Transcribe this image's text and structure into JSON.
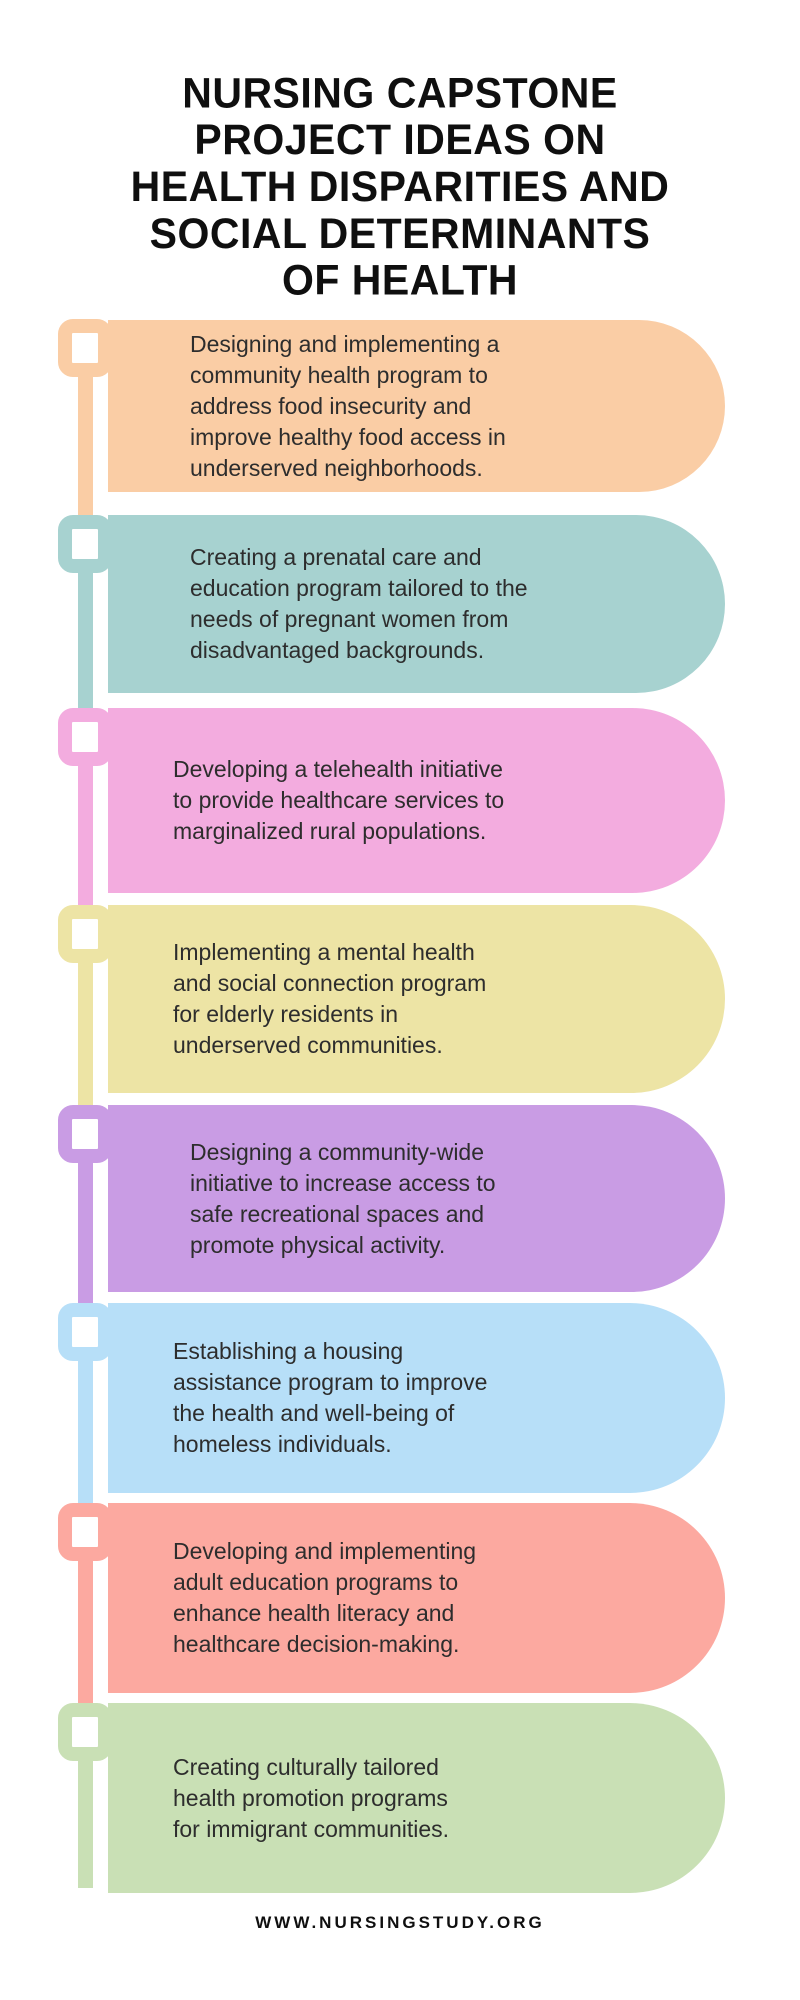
{
  "header": {
    "title_lines": [
      "NURSING CAPSTONE",
      "PROJECT IDEAS ON",
      "HEALTH DISPARITIES AND",
      "SOCIAL DETERMINANTS",
      "OF HEALTH"
    ]
  },
  "cards": [
    {
      "text": "Designing and implementing a community health program to address food insecurity and improve healthy food access in underserved neighborhoods.",
      "color": "#FACDA5"
    },
    {
      "text": "Creating a prenatal care and education program tailored to the needs of pregnant women from disadvantaged backgrounds.",
      "color": "#A7D2D0"
    },
    {
      "text": "Developing a telehealth initiative to provide healthcare services to marginalized rural populations.",
      "color": "#F3ACDF"
    },
    {
      "text": "Implementing a mental health and social connection program for elderly residents in underserved communities.",
      "color": "#EDE4A5"
    },
    {
      "text": "Designing a community-wide initiative to increase access to safe recreational spaces and promote physical activity.",
      "color": "#C99CE4"
    },
    {
      "text": "Establishing a housing assistance program to improve the health and well-being of homeless individuals.",
      "color": "#B7DFF8"
    },
    {
      "text": "Developing and implementing adult education programs to enhance health literacy and healthcare decision-making.",
      "color": "#FCA9A0"
    },
    {
      "text": "Creating culturally tailored health promotion programs for immigrant communities.",
      "color": "#C9E0B5"
    }
  ],
  "footer": {
    "url": "WWW.NURSINGSTUDY.ORG"
  },
  "colors": {
    "background": "#ffffff",
    "title_text": "#0f0f0f",
    "body_text": "#2d2d2d"
  }
}
